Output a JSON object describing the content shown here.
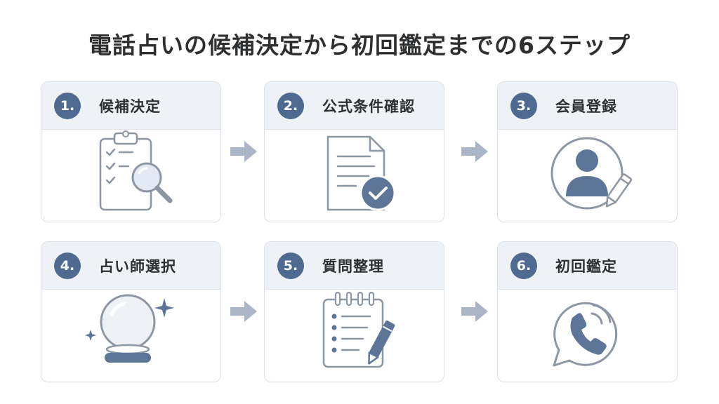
{
  "title": "電話占いの候補決定から初回鑑定までの6ステップ",
  "colors": {
    "accent": "#4e6a91",
    "icon_stroke": "#8d97a3",
    "icon_fill": "#5d7697",
    "arrow": "#aab6c6",
    "card_header": "#eef1f6"
  },
  "steps": [
    {
      "number": "1.",
      "label": "候補決定",
      "icon": "clipboard-magnifier-icon"
    },
    {
      "number": "2.",
      "label": "公式条件確認",
      "icon": "document-check-icon"
    },
    {
      "number": "3.",
      "label": "会員登録",
      "icon": "user-pencil-icon"
    },
    {
      "number": "4.",
      "label": "占い師選択",
      "icon": "crystal-ball-icon"
    },
    {
      "number": "5.",
      "label": "質問整理",
      "icon": "notepad-pen-icon"
    },
    {
      "number": "6.",
      "label": "初回鑑定",
      "icon": "phone-call-icon"
    }
  ]
}
